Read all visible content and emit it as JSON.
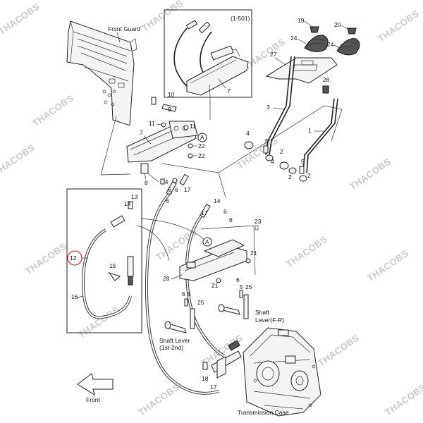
{
  "labels": {
    "front_guard": "Front Guard",
    "inset_ref": "(1-501)",
    "shaft_lever_fr_1": "Shaft",
    "shaft_lever_fr_2": "Lever(F-R)",
    "shaft_lever_12_1": "Shaft Lever",
    "shaft_lever_12_2": "(1st-2nd)",
    "transmission_case": "Transmission Case",
    "front": "Front",
    "callout_a": "A"
  },
  "parts": {
    "p1": "1",
    "p2": "2",
    "p3": "3",
    "p4": "4",
    "p5": "5",
    "p6": "6",
    "p7": "7",
    "p8": "8",
    "p9": "9",
    "p10": "10",
    "p11": "11",
    "p12": "12",
    "p13": "13",
    "p14": "14",
    "p15": "15",
    "p16": "16",
    "p17": "17",
    "p18": "18",
    "p19": "19",
    "p20": "20",
    "p21": "21",
    "p22": "22",
    "p23": "23",
    "p24": "24",
    "p25": "25",
    "p26": "26",
    "p27": "27",
    "p28": "28"
  },
  "watermark": "THACOBS",
  "highlight_color": "#e03030"
}
